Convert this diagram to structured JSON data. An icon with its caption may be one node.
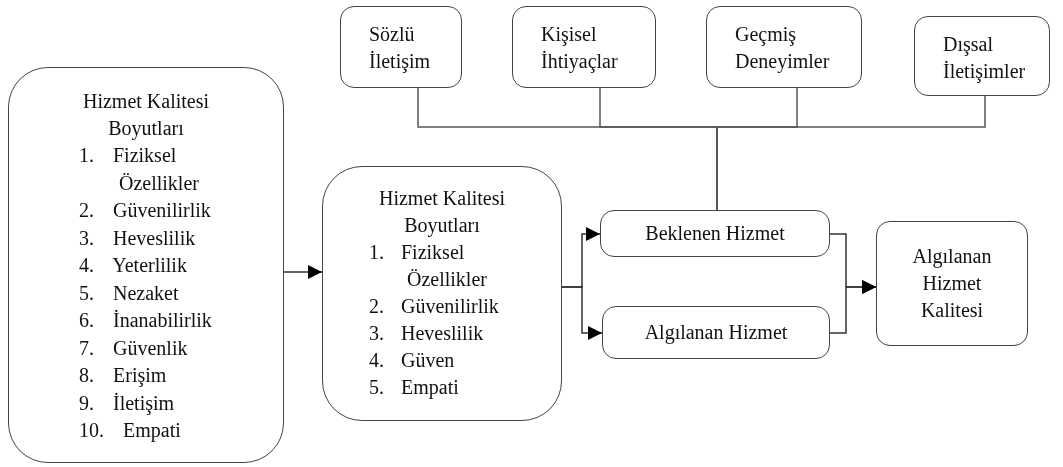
{
  "diagram": {
    "nodes": [
      {
        "text": [
          "Sözlü İletişim"
        ]
      },
      {
        "text": [
          "Kişisel İhtiyaçlar"
        ]
      },
      {
        "text": [
          "Geçmiş Deneyimler"
        ]
      },
      {
        "text": [
          "Dışsal İletişimler"
        ]
      },
      {
        "text": [
          "Hizmet Kalitesi Boyutları",
          "1. Fiziksel Özellikler",
          "2. Güvenilirlik",
          "3. Heveslilik",
          "4. Yeterlilik",
          "5. Nezaket",
          "6. İnanabilirlik",
          "7. Güvenlik",
          "8. Erişim",
          "9. İletişim",
          "10. Empati"
        ]
      },
      {
        "text": [
          "Hizmet Kalitesi Boyutları",
          "1. Fiziksel Özellikler",
          "2. Güvenilirlik",
          "3. Heveslilik",
          "4. Güven",
          "5. Empati"
        ]
      },
      {
        "text": [
          "Beklenen Hizmet"
        ]
      },
      {
        "text": [
          "Algılanan Hizmet"
        ]
      },
      {
        "text": [
          "Algılanan Hizmet Kalitesi"
        ]
      }
    ],
    "edges": [
      {
        "from": 0,
        "to": 6,
        "arrow": "none"
      },
      {
        "from": 1,
        "to": 6,
        "arrow": "none"
      },
      {
        "from": 2,
        "to": 6,
        "arrow": "none"
      },
      {
        "from": 3,
        "to": 6,
        "arrow": "none"
      },
      {
        "from": 4,
        "to": 5,
        "arrow": "to"
      },
      {
        "from": 5,
        "to": 6,
        "arrow": "to"
      },
      {
        "from": 5,
        "to": 7,
        "arrow": "to"
      },
      {
        "from": 6,
        "to": 8,
        "arrow": "to"
      },
      {
        "from": 7,
        "to": 8,
        "arrow": "to"
      }
    ]
  }
}
